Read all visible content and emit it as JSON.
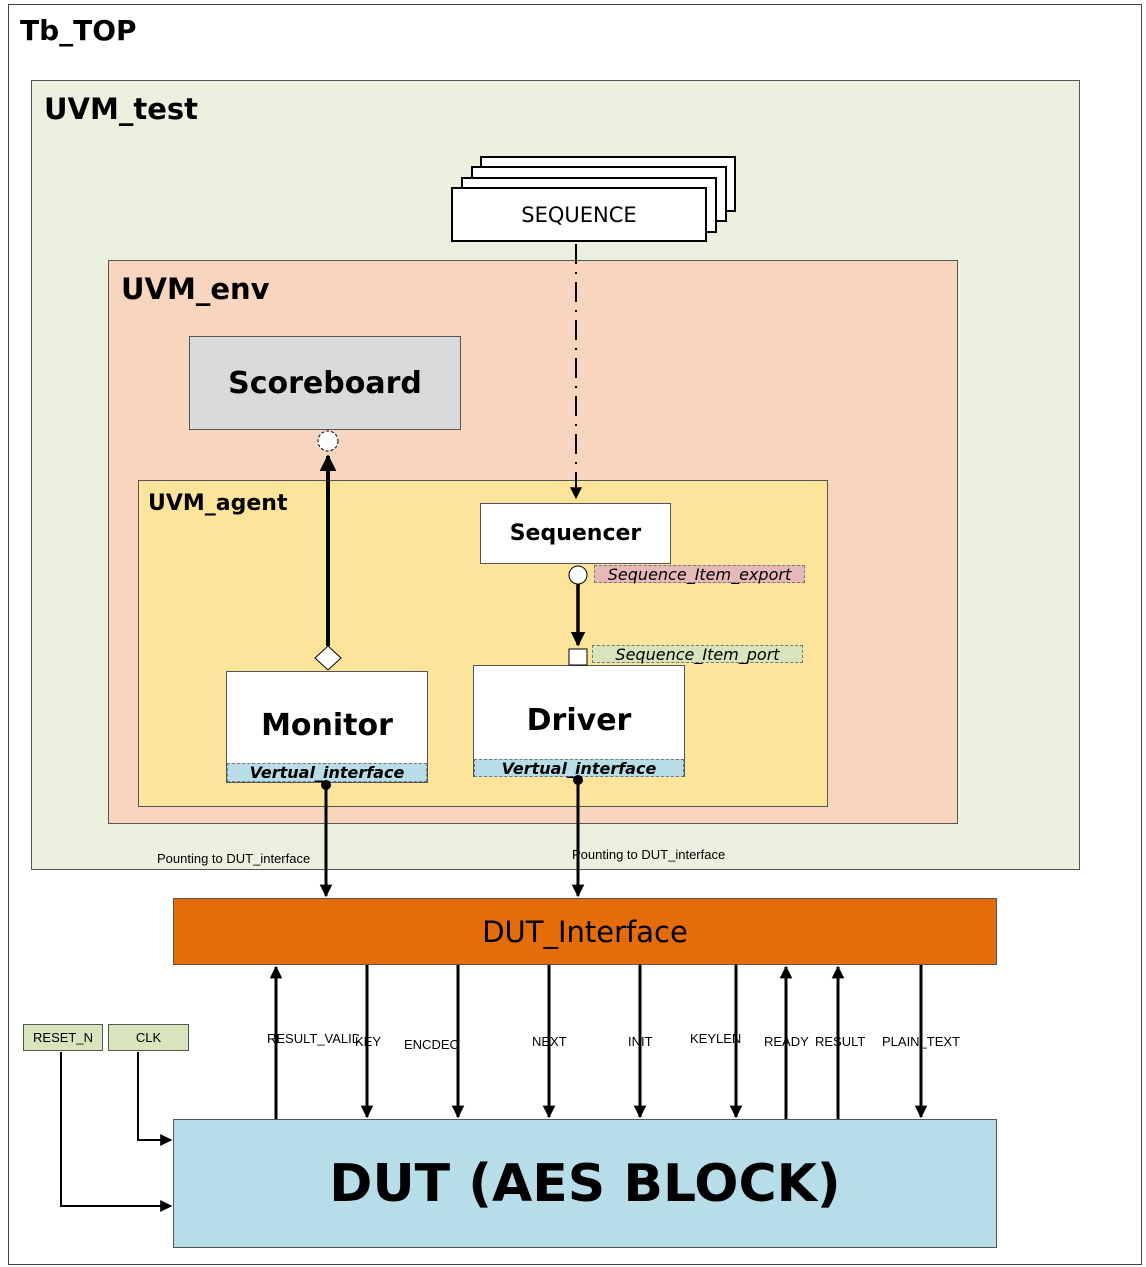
{
  "containers": {
    "tb_top": "Tb_TOP",
    "uvm_test": "UVM_test",
    "uvm_env": "UVM_env",
    "uvm_agent": "UVM_agent"
  },
  "blocks": {
    "sequence": "SEQUENCE",
    "scoreboard": "Scoreboard",
    "sequencer": "Sequencer",
    "monitor": "Monitor",
    "driver": "Driver",
    "dut_interface": "DUT_Interface",
    "dut": "DUT (AES BLOCK)",
    "reset": "RESET_N",
    "clk": "CLK"
  },
  "ports": {
    "seq_item_export": "Sequence_Item_export",
    "seq_item_port": "Sequence_Item_port",
    "monitor_vif": "Vertual_interface",
    "driver_vif": "Vertual_interface"
  },
  "connections": {
    "monitor_pointing": "Pounting to DUT_interface",
    "driver_pointing": "Pounting to DUT_interface"
  },
  "signals": [
    "RESULT_VALID",
    "KEY",
    "ENCDEC",
    "NEXT",
    "INIT",
    "KEYLEN",
    "READY",
    "RESULT",
    "PLAIN_TEXT"
  ],
  "colors": {
    "uvm_test": "#ebf1de",
    "uvm_env": "#f8d5bf",
    "uvm_agent": "#fde49b",
    "scoreboard": "#d9d9d9",
    "dut_interface": "#e46c0a",
    "dut": "#b7dee8",
    "clock_reset": "#d7e4bc",
    "export_tag": "#e6b9b8",
    "port_tag": "#d7e4bc",
    "vif_tag": "#b7dee8"
  }
}
